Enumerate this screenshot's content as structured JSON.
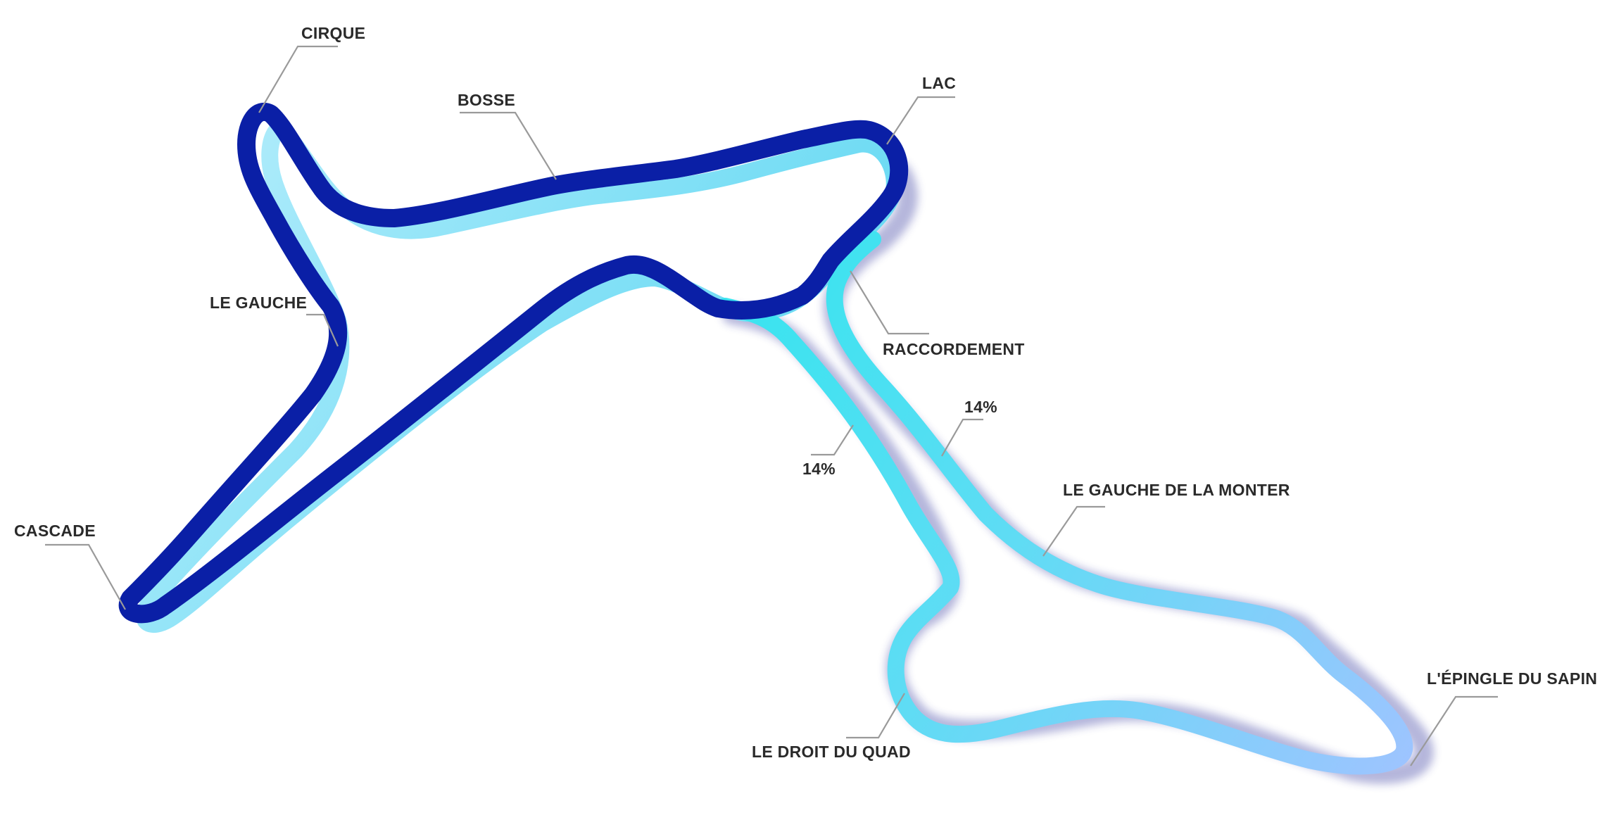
{
  "colors": {
    "upper_track": "#0a1fa6",
    "lower_track_start": "#2fe6ee",
    "lower_track_end": "#9ec4ff",
    "label_text": "#2a2a2a",
    "leader_line": "#9a9a9a"
  },
  "labels": {
    "cirque": "CIRQUE",
    "bosse": "BOSSE",
    "lac": "LAC",
    "le_gauche": "LE GAUCHE",
    "raccordement": "RACCORDEMENT",
    "grade_right": "14%",
    "grade_left": "14%",
    "le_gauche_de_la_monter": "LE GAUCHE DE LA MONTER",
    "cascade": "CASCADE",
    "lepingle_du_sapin": "L'ÉPINGLE DU SAPIN",
    "le_droit_du_quad": "LE DROIT DU QUAD"
  }
}
